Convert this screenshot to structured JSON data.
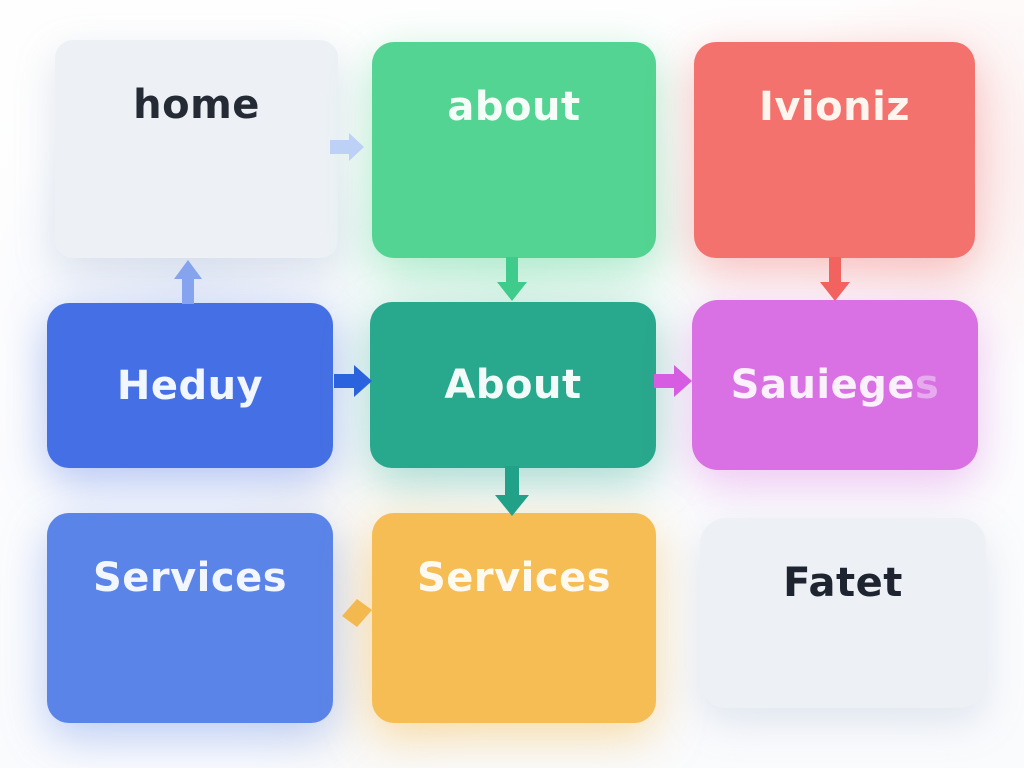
{
  "background": "#fbfcfd",
  "nodes": [
    {
      "id": "home",
      "label": "home",
      "color": "#edf1f6",
      "text_color": "#252b35"
    },
    {
      "id": "about-top",
      "label": "about",
      "color": "#53d492",
      "text_color": "#f4fdf7"
    },
    {
      "id": "ivioniz",
      "label": "Ivioniz",
      "color": "#f4726e",
      "text_color": "#fdf5ee"
    },
    {
      "id": "heduy",
      "label": "Heduy",
      "color": "#4570e5",
      "text_color": "#f2f6ff"
    },
    {
      "id": "about-center",
      "label": "About",
      "color": "#28a88c",
      "text_color": "#f2fbf8"
    },
    {
      "id": "sauieges",
      "label": "Sauieges",
      "label_main": "Sauiege",
      "label_tail": "s",
      "color": "#d970e3",
      "text_color": "#fbf1fc"
    },
    {
      "id": "services-left",
      "label": "Services",
      "color": "#5b84e8",
      "text_color": "#f2f6ff"
    },
    {
      "id": "services-center",
      "label": "Services",
      "color": "#f6bd54",
      "text_color": "#fefaf2"
    },
    {
      "id": "fatet",
      "label": "Fatet",
      "color": "#edf1f5",
      "text_color": "#1e2430"
    }
  ],
  "arrows": [
    {
      "name": "home-to-about",
      "direction": "right",
      "color": "#bdd0f6"
    },
    {
      "name": "heduy-to-home",
      "direction": "up",
      "color": "#85a3ef"
    },
    {
      "name": "about-to-about-center",
      "direction": "down",
      "color": "#3ecb8b"
    },
    {
      "name": "ivioniz-to-sauieges",
      "direction": "down",
      "color": "#f2625f"
    },
    {
      "name": "heduy-to-about-center",
      "direction": "right",
      "color": "#2b63de"
    },
    {
      "name": "about-center-to-sauieges",
      "direction": "right",
      "color": "#d65ce2"
    },
    {
      "name": "about-center-to-services",
      "direction": "down",
      "color": "#21a188"
    },
    {
      "name": "services-to-services",
      "direction": "diamond-right",
      "color": "#f3b94e"
    }
  ]
}
